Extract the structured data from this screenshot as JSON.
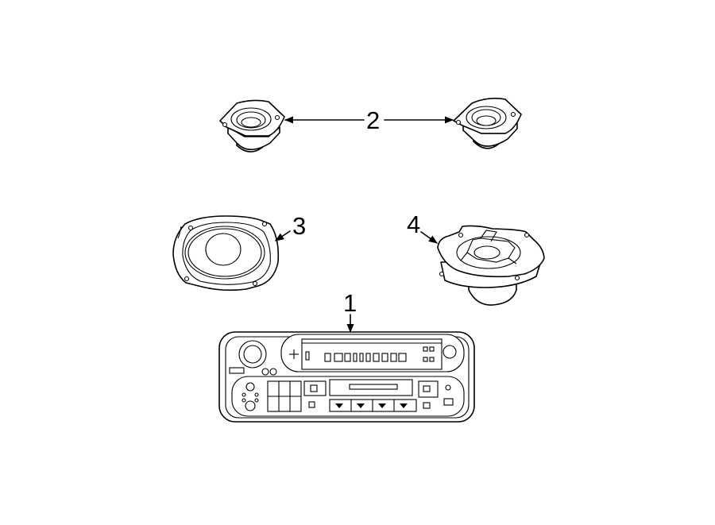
{
  "callouts": {
    "c1": "1",
    "c2": "2",
    "c3": "3",
    "c4": "4"
  },
  "parts": [
    {
      "callout": "1",
      "name": "radio-receiver"
    },
    {
      "callout": "2",
      "name": "tweeter-speaker-pair"
    },
    {
      "callout": "3",
      "name": "oval-speaker"
    },
    {
      "callout": "4",
      "name": "round-speaker"
    }
  ],
  "colors": {
    "line": "#000000",
    "background": "#ffffff"
  }
}
